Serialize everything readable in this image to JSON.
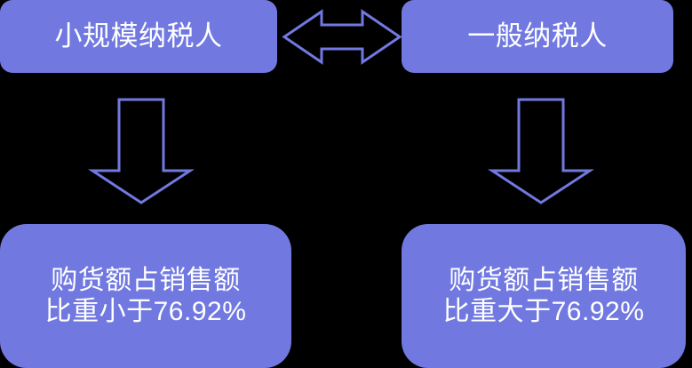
{
  "diagram": {
    "title": "",
    "background_color": "#000000",
    "node_fill_color": "#7179E0",
    "node_text_color": "#FFFFFF",
    "arrow_stroke_color": "#7179E0",
    "nodes": [
      {
        "id": "small-scale-taxpayer",
        "label": "小规模纳税人",
        "position": "top-left"
      },
      {
        "id": "general-taxpayer",
        "label": "一般纳税人",
        "position": "top-right"
      },
      {
        "id": "purchase-ratio-less-than",
        "label": "购货额占销售额\n比重小于76.92%",
        "position": "bottom-left",
        "threshold": "76.92%",
        "comparison": "小于"
      },
      {
        "id": "purchase-ratio-greater-than",
        "label": "购货额占销售额\n比重大于76.92%",
        "position": "bottom-right",
        "threshold": "76.92%",
        "comparison": "大于"
      }
    ],
    "connectors": [
      {
        "id": "bidirectional-connector",
        "type": "double-headed-horizontal-arrow",
        "from": "small-scale-taxpayer",
        "to": "general-taxpayer"
      },
      {
        "id": "left-down-connector",
        "type": "down-arrow",
        "from": "small-scale-taxpayer",
        "to": "purchase-ratio-less-than"
      },
      {
        "id": "right-down-connector",
        "type": "down-arrow",
        "from": "general-taxpayer",
        "to": "purchase-ratio-greater-than"
      }
    ]
  }
}
